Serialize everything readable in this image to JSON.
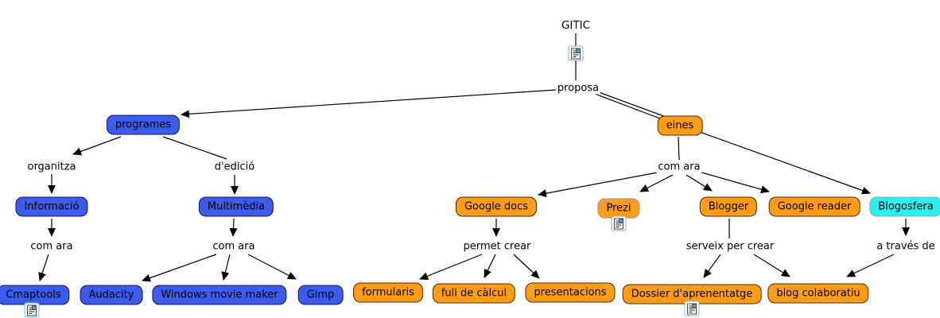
{
  "map_title": "GITIC",
  "colors": {
    "node_blue": "#3b5beb",
    "node_orange": "#ff9c17",
    "node_cyan": "#2aefef",
    "line": "#000000",
    "background": "#ffffff"
  },
  "nodes": {
    "gitic": {
      "label": "GITIC",
      "color": "none",
      "has_resource_icon": true
    },
    "programes": {
      "label": "programes",
      "color": "blue"
    },
    "informacio": {
      "label": "Informació",
      "color": "blue"
    },
    "multimedia": {
      "label": "Multimèdia",
      "color": "blue"
    },
    "cmaptools": {
      "label": "Cmaptools",
      "color": "blue",
      "has_resource_icon": true
    },
    "audacity": {
      "label": "Audacity",
      "color": "blue"
    },
    "wmm": {
      "label": "Windows movie maker",
      "color": "blue"
    },
    "gimp": {
      "label": "Gimp",
      "color": "blue"
    },
    "eines": {
      "label": "eines",
      "color": "orange"
    },
    "googledocs": {
      "label": "Google docs",
      "color": "orange"
    },
    "prezi": {
      "label": "Prezi",
      "color": "orange",
      "has_resource_icon": true
    },
    "blogger": {
      "label": "Blogger",
      "color": "orange"
    },
    "googlereader": {
      "label": "Google reader",
      "color": "orange"
    },
    "blogosfera": {
      "label": "Blogosfera",
      "color": "cyan"
    },
    "formularis": {
      "label": "formularis",
      "color": "orange"
    },
    "fulldecalcul": {
      "label": "full de càlcul",
      "color": "orange"
    },
    "presentacions": {
      "label": "presentacions",
      "color": "orange"
    },
    "dossier": {
      "label": "Dossier d'aprenentatge",
      "color": "orange",
      "has_resource_icon": true
    },
    "blogcolaboratiu": {
      "label": "blog colaboratiu",
      "color": "orange"
    }
  },
  "linking_phrases": {
    "proposa": "proposa",
    "organitza": "organitza",
    "dedicio": "d'edició",
    "com_ara_informacio": "com ara",
    "com_ara_multimedia": "com ara",
    "com_ara_eines": "com ara",
    "permet_crear": "permet crear",
    "serveix_per_crear": "serveix per crear",
    "a_traves_de": "a través de"
  },
  "edges": [
    {
      "from": "GITIC",
      "phrase": "proposa",
      "to": [
        "programes",
        "eines"
      ]
    },
    {
      "from": "programes",
      "phrase": "organitza",
      "to": [
        "Informació"
      ]
    },
    {
      "from": "programes",
      "phrase": "d'edició",
      "to": [
        "Multimèdia"
      ]
    },
    {
      "from": "Informació",
      "phrase": "com ara",
      "to": [
        "Cmaptools"
      ]
    },
    {
      "from": "Multimèdia",
      "phrase": "com ara",
      "to": [
        "Audacity",
        "Windows movie maker",
        "Gimp"
      ]
    },
    {
      "from": "eines",
      "phrase": "com ara",
      "to": [
        "Google docs",
        "Prezi",
        "Blogger",
        "Google reader"
      ]
    },
    {
      "from": "eines",
      "phrase": "",
      "to": [
        "Blogosfera"
      ]
    },
    {
      "from": "Google docs",
      "phrase": "permet crear",
      "to": [
        "formularis",
        "full de càlcul",
        "presentacions"
      ]
    },
    {
      "from": "Blogger",
      "phrase": "serveix per crear",
      "to": [
        "Dossier d'aprenentatge",
        "blog colaboratiu"
      ]
    },
    {
      "from": "Blogosfera",
      "phrase": "a través de",
      "to": [
        "blog colaboratiu"
      ]
    }
  ],
  "icons": {
    "resource": "document-with-image-icon"
  }
}
